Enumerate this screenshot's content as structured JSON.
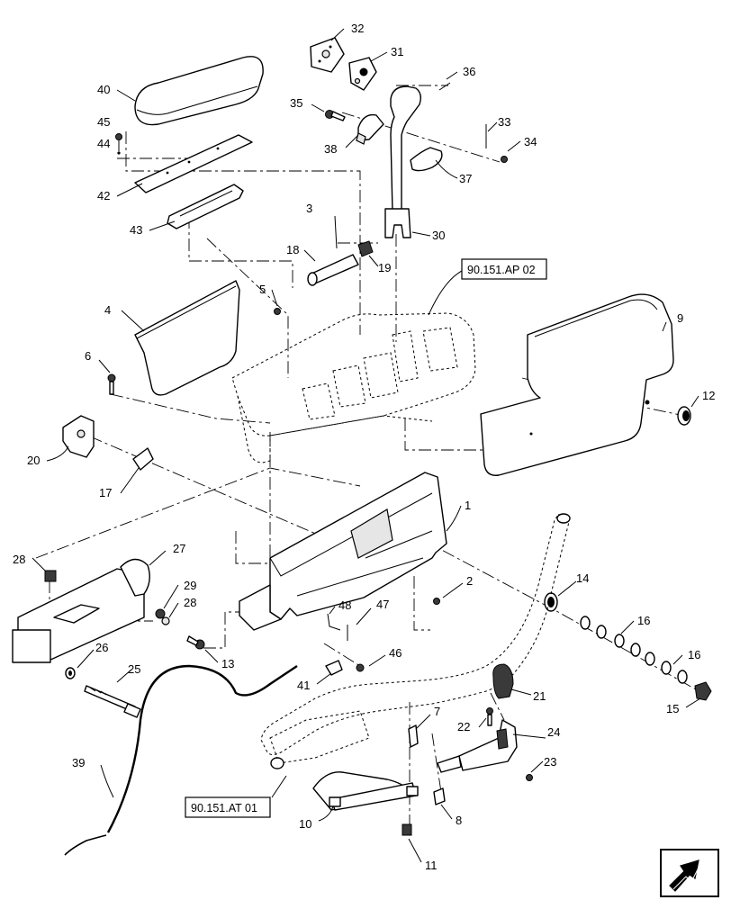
{
  "callouts": [
    {
      "id": "c1",
      "label": "1"
    },
    {
      "id": "c2",
      "label": "2"
    },
    {
      "id": "c3",
      "label": "3"
    },
    {
      "id": "c4",
      "label": "4"
    },
    {
      "id": "c5",
      "label": "5"
    },
    {
      "id": "c6",
      "label": "6"
    },
    {
      "id": "c7",
      "label": "7"
    },
    {
      "id": "c8",
      "label": "8"
    },
    {
      "id": "c9",
      "label": "9"
    },
    {
      "id": "c10",
      "label": "10"
    },
    {
      "id": "c11",
      "label": "11"
    },
    {
      "id": "c12",
      "label": "12"
    },
    {
      "id": "c13",
      "label": "13"
    },
    {
      "id": "c14",
      "label": "14"
    },
    {
      "id": "c15",
      "label": "15"
    },
    {
      "id": "c16a",
      "label": "16"
    },
    {
      "id": "c16b",
      "label": "16"
    },
    {
      "id": "c17",
      "label": "17"
    },
    {
      "id": "c18",
      "label": "18"
    },
    {
      "id": "c19",
      "label": "19"
    },
    {
      "id": "c20",
      "label": "20"
    },
    {
      "id": "c21",
      "label": "21"
    },
    {
      "id": "c22",
      "label": "22"
    },
    {
      "id": "c23",
      "label": "23"
    },
    {
      "id": "c24",
      "label": "24"
    },
    {
      "id": "c25",
      "label": "25"
    },
    {
      "id": "c26",
      "label": "26"
    },
    {
      "id": "c27",
      "label": "27"
    },
    {
      "id": "c28a",
      "label": "28"
    },
    {
      "id": "c28b",
      "label": "28"
    },
    {
      "id": "c29",
      "label": "29"
    },
    {
      "id": "c30",
      "label": "30"
    },
    {
      "id": "c31",
      "label": "31"
    },
    {
      "id": "c32",
      "label": "32"
    },
    {
      "id": "c33",
      "label": "33"
    },
    {
      "id": "c34",
      "label": "34"
    },
    {
      "id": "c35",
      "label": "35"
    },
    {
      "id": "c36",
      "label": "36"
    },
    {
      "id": "c37",
      "label": "37"
    },
    {
      "id": "c38",
      "label": "38"
    },
    {
      "id": "c39",
      "label": "39"
    },
    {
      "id": "c40",
      "label": "40"
    },
    {
      "id": "c41",
      "label": "41"
    },
    {
      "id": "c42",
      "label": "42"
    },
    {
      "id": "c43",
      "label": "43"
    },
    {
      "id": "c44",
      "label": "44"
    },
    {
      "id": "c45",
      "label": "45"
    },
    {
      "id": "c46",
      "label": "46"
    },
    {
      "id": "c47",
      "label": "47"
    },
    {
      "id": "c48",
      "label": "48"
    }
  ],
  "references": {
    "console_ref": "90.151.AP 02",
    "linkage_ref": "90.151.AT 01"
  },
  "icons": {
    "corner_arrow": "next-page-arrow-icon"
  }
}
